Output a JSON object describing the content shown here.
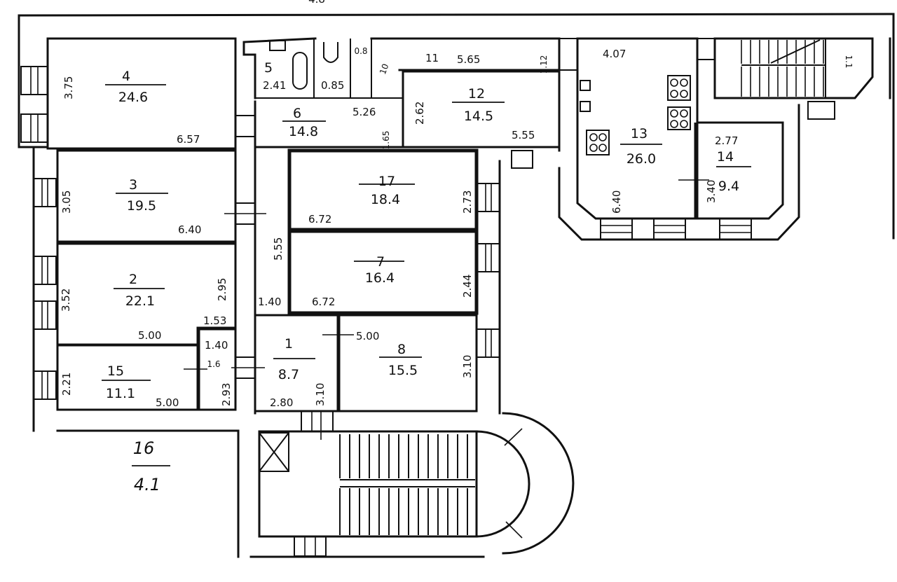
{
  "title": "Floor plan",
  "top_fragment": "4.8",
  "rooms": [
    {
      "id": "1",
      "area": "8.7"
    },
    {
      "id": "2",
      "area": "22.1"
    },
    {
      "id": "3",
      "area": "19.5"
    },
    {
      "id": "4",
      "area": "24.6"
    },
    {
      "id": "5",
      "area": "2.41"
    },
    {
      "id": "6",
      "area": "14.8"
    },
    {
      "id": "7",
      "area": "16.4"
    },
    {
      "id": "8",
      "area": "15.5"
    },
    {
      "id": "11",
      "area": "5.65"
    },
    {
      "id": "12",
      "area": "14.5"
    },
    {
      "id": "13",
      "area": "26.0"
    },
    {
      "id": "14",
      "area": "9.4"
    },
    {
      "id": "15",
      "area": "11.1"
    },
    {
      "id": "16",
      "area": "4.1"
    },
    {
      "id": "17",
      "area": "18.4"
    }
  ],
  "dimensions": {
    "r4_height": "3.75",
    "r4_width": "6.57",
    "r3_height": "3.05",
    "r3_width": "6.40",
    "r2_height": "3.52",
    "r2_right": "2.95",
    "r2_width": "5.00",
    "r15_height": "2.21",
    "r15_width": "5.00",
    "small_a": "1.53",
    "small_b": "1.40",
    "small_c": "1.6",
    "small_d": "2.93",
    "corridor": "5.55",
    "corridor_b": "1.40",
    "r17_width": "6.72",
    "r17_height": "2.73",
    "r7_width": "6.72",
    "r7_height": "2.44",
    "r1_width": "2.80",
    "r1_height": "3.10",
    "r8_width": "5.00",
    "r8_height": "3.10",
    "r5_small": "0.85",
    "r10_small": "0.8",
    "r10_label": "10",
    "r6_width": "5.26",
    "r6_h": "1.65",
    "r12_height": "2.62",
    "r12_width": "5.55",
    "r11_door": "1.12",
    "r13_width": "4.07",
    "r13_height": "6.40",
    "r14_width": "2.77",
    "r14_height": "3.40",
    "stair_label": "1.1"
  }
}
